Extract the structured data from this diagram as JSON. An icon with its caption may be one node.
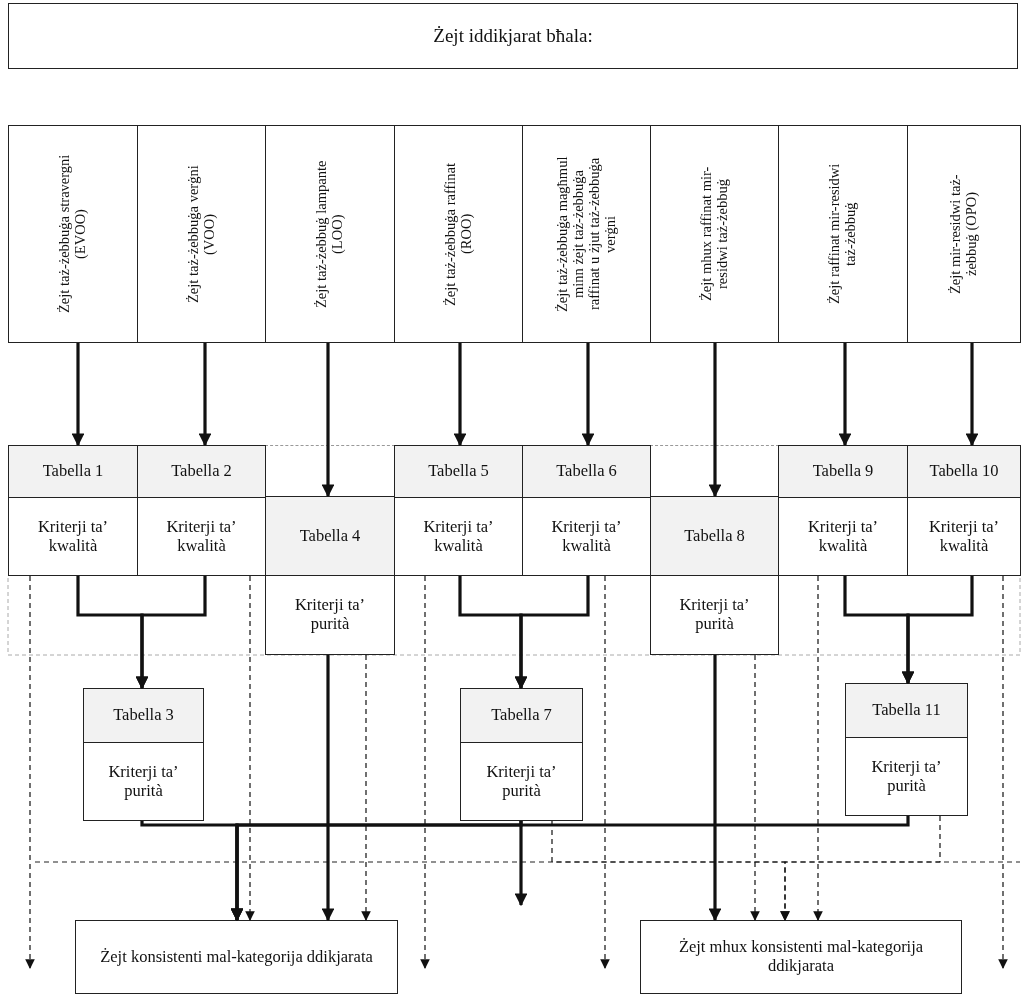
{
  "diagram": {
    "nodes": [
      {
        "text": [
          "Żejt iddikjarat bħala:"
        ]
      },
      {
        "text": [
          "Żejt taż-żebbuġa stravergni (EVOO)"
        ]
      },
      {
        "text": [
          "Żejt taż-żebbuġa verġni (VOO)"
        ]
      },
      {
        "text": [
          "Żejt taż-żebbuġ lampante (LOO)"
        ]
      },
      {
        "text": [
          "Żejt taż-żebbuġa raffinat (ROO)"
        ]
      },
      {
        "text": [
          "Żejt taż-żebbuġa magħmul minn żejt taż-żebbuġa raffinat u żjut taż-żebbuġa verġni"
        ]
      },
      {
        "text": [
          "Żejt mhux raffinat mir-residwi taż-żebbuġ"
        ]
      },
      {
        "text": [
          "Żejt raffinat mir-residwi taż-żebbuġ"
        ]
      },
      {
        "text": [
          "Żejt mir-residwi taż-żebbuġ (OPO)"
        ]
      },
      {
        "text": [
          "Tabella 1",
          "Kriterji ta’ kwalità"
        ]
      },
      {
        "text": [
          "Tabella 2",
          "Kriterji ta’ kwalità"
        ]
      },
      {
        "text": [
          "Tabella 4",
          "Kriterji ta’ purità"
        ]
      },
      {
        "text": [
          "Tabella 5",
          "Kriterji ta’ kwalità"
        ]
      },
      {
        "text": [
          "Tabella 6",
          "Kriterji ta’ kwalità"
        ]
      },
      {
        "text": [
          "Tabella 8",
          "Kriterji ta’ purità"
        ]
      },
      {
        "text": [
          "Tabella 9",
          "Kriterji ta’ kwalità"
        ]
      },
      {
        "text": [
          "Tabella 10",
          "Kriterji ta’ kwalità"
        ]
      },
      {
        "text": [
          "Tabella 3",
          "Kriterji ta’ purità"
        ]
      },
      {
        "text": [
          "Tabella 7",
          "Kriterji ta’ purità"
        ]
      },
      {
        "text": [
          "Tabella 11",
          "Kriterji ta’ purità"
        ]
      },
      {
        "text": [
          "Żejt konsistenti mal-kategorija ddikjarata"
        ]
      },
      {
        "text": [
          "Żejt mhux konsistenti mal-kategorija ddikjarata"
        ]
      }
    ],
    "edges": [
      {
        "from": 1,
        "to": 9,
        "arrow": "to"
      },
      {
        "from": 2,
        "to": 10,
        "arrow": "to"
      },
      {
        "from": 3,
        "to": 11,
        "arrow": "to"
      },
      {
        "from": 4,
        "to": 12,
        "arrow": "to"
      },
      {
        "from": 5,
        "to": 13,
        "arrow": "to"
      },
      {
        "from": 6,
        "to": 14,
        "arrow": "to"
      },
      {
        "from": 7,
        "to": 15,
        "arrow": "to"
      },
      {
        "from": 8,
        "to": 16,
        "arrow": "to"
      },
      {
        "from": 9,
        "to": 17,
        "arrow": "to"
      },
      {
        "from": 10,
        "to": 17,
        "arrow": "to"
      },
      {
        "from": 12,
        "to": 18,
        "arrow": "to"
      },
      {
        "from": 13,
        "to": 18,
        "arrow": "to"
      },
      {
        "from": 15,
        "to": 19,
        "arrow": "to"
      },
      {
        "from": 16,
        "to": 19,
        "arrow": "to"
      },
      {
        "from": 17,
        "to": 20,
        "arrow": "to"
      },
      {
        "from": 18,
        "to": 20,
        "arrow": "to"
      },
      {
        "from": 19,
        "to": 20,
        "arrow": "to"
      },
      {
        "from": 18,
        "to": null,
        "arrow": "to"
      },
      {
        "from": 11,
        "to": 20,
        "arrow": "to"
      },
      {
        "from": 14,
        "to": 21,
        "arrow": "to"
      },
      {
        "from": 9,
        "to": null,
        "arrow": "to",
        "style": "dashed"
      },
      {
        "from": 10,
        "to": 20,
        "arrow": "to",
        "style": "dashed"
      },
      {
        "from": 11,
        "to": 20,
        "arrow": "to",
        "style": "dashed"
      },
      {
        "from": 12,
        "to": null,
        "arrow": "to",
        "style": "dashed"
      },
      {
        "from": 13,
        "to": null,
        "arrow": "to",
        "style": "dashed"
      },
      {
        "from": 14,
        "to": 21,
        "arrow": "to",
        "style": "dashed"
      },
      {
        "from": 15,
        "to": 21,
        "arrow": "to",
        "style": "dashed"
      },
      {
        "from": 16,
        "to": null,
        "arrow": "to",
        "style": "dashed"
      },
      {
        "from": 18,
        "to": 21,
        "arrow": "to",
        "style": "dashed"
      },
      {
        "from": 19,
        "to": 21,
        "arrow": "to",
        "style": "dashed"
      }
    ]
  }
}
